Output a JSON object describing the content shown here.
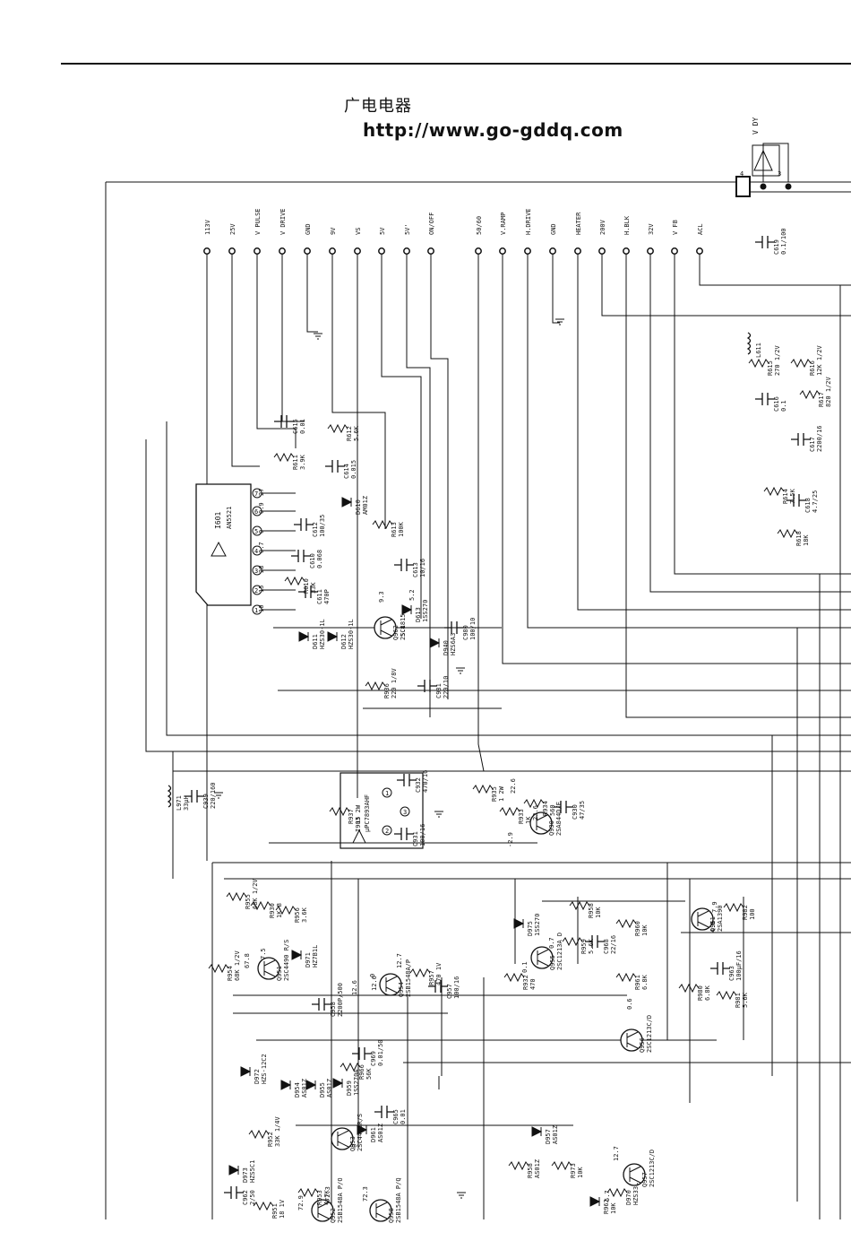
{
  "header": {
    "site_name": "广电电器",
    "url": "http://www.go-gddq.com"
  },
  "connector": {
    "name": "V DY",
    "pins": [
      "4",
      "3"
    ]
  },
  "terminals": [
    "113V",
    "25V",
    "V PULSE",
    "V DRIVE",
    "GND",
    "9V",
    "VS",
    "5V",
    "5V'",
    "ON/OFF",
    "50/60",
    "V.RAMP",
    "H.DRIVE",
    "GND",
    "HEATER",
    "200V",
    "H.BLK",
    "32V",
    "V FB",
    "ACL"
  ],
  "ic": {
    "ref": "I601",
    "part": "AN5521",
    "pins": [
      "1",
      "2",
      "3",
      "4",
      "5",
      "6",
      "7"
    ],
    "pin_voltages": [
      "10",
      "15",
      "28",
      "0.7",
      "0",
      "0.9",
      "27"
    ]
  },
  "ic2": {
    "ref": "I903",
    "part": "µPC7893AHF",
    "pins": [
      "1",
      "2",
      "3"
    ]
  },
  "components": [
    {
      "ref": "C615",
      "value": "0.01"
    },
    {
      "ref": "R611",
      "value": "3.9K"
    },
    {
      "ref": "R612",
      "value": "5.6K"
    },
    {
      "ref": "C614",
      "value": "0.015"
    },
    {
      "ref": "C612",
      "value": "100/35"
    },
    {
      "ref": "D610",
      "value": "AM01Z"
    },
    {
      "ref": "R613",
      "value": "100K"
    },
    {
      "ref": "C613",
      "value": "10/16"
    },
    {
      "ref": "C610",
      "value": "0.068"
    },
    {
      "ref": "R610",
      "value": "33K"
    },
    {
      "ref": "C611",
      "value": "470P"
    },
    {
      "ref": "D613",
      "value": "1SS270"
    },
    {
      "ref": "D611",
      "value": "HZS30-1L"
    },
    {
      "ref": "D612",
      "value": "HZS30-1L"
    },
    {
      "ref": "Q962",
      "value": "2SC1815"
    },
    {
      "ref": "D940",
      "value": "HZS6A3"
    },
    {
      "ref": "C980",
      "value": "100/10"
    },
    {
      "ref": "R936",
      "value": "220 1/8V"
    },
    {
      "ref": "C981",
      "value": "220/10"
    },
    {
      "ref": "C619",
      "value": "0.1/100"
    },
    {
      "ref": "L611",
      "value": ""
    },
    {
      "ref": "R615",
      "value": "270 1/2V"
    },
    {
      "ref": "R616",
      "value": "12K 1/2V"
    },
    {
      "ref": "R617",
      "value": "820 1/2V"
    },
    {
      "ref": "C616",
      "value": "0.1"
    },
    {
      "ref": "C617",
      "value": "2200/16"
    },
    {
      "ref": "R614",
      "value": "7.5K"
    },
    {
      "ref": "C618",
      "value": "4.7/25"
    },
    {
      "ref": "R618",
      "value": "18K"
    },
    {
      "ref": "C939",
      "value": "220/160"
    },
    {
      "ref": "L971",
      "value": "33µH"
    },
    {
      "ref": "R937",
      "value": "15 2W"
    },
    {
      "ref": "C932",
      "value": "470/16"
    },
    {
      "ref": "C931",
      "value": "100/16"
    },
    {
      "ref": "R935",
      "value": "1 2W"
    },
    {
      "ref": "R933",
      "value": "1K"
    },
    {
      "ref": "R934",
      "value": "560"
    },
    {
      "ref": "C930",
      "value": "47/35"
    },
    {
      "ref": "Q930",
      "value": "2SA844D/E"
    },
    {
      "ref": "R955",
      "value": "68K 1/2V"
    },
    {
      "ref": "R930",
      "value": "1K-B"
    },
    {
      "ref": "R956",
      "value": "3.6K"
    },
    {
      "ref": "Q951",
      "value": "2SC4490 R/S"
    },
    {
      "ref": "D971",
      "value": "HZ7B1L"
    },
    {
      "ref": "R954",
      "value": "68K 1/2V"
    },
    {
      "ref": "C958",
      "value": "2200P/500"
    },
    {
      "ref": "Q954",
      "value": "2SB1548A/P"
    },
    {
      "ref": "R957",
      "value": "470 1V"
    },
    {
      "ref": "C957",
      "value": "100/16"
    },
    {
      "ref": "D975",
      "value": "1SS270"
    },
    {
      "ref": "R958",
      "value": "10K"
    },
    {
      "ref": "R959",
      "value": "5.6K"
    },
    {
      "ref": "C968",
      "value": "22/16"
    },
    {
      "ref": "R960",
      "value": "10K"
    },
    {
      "ref": "Q955",
      "value": "2SC1213A D"
    },
    {
      "ref": "R932",
      "value": "470"
    },
    {
      "ref": "R961",
      "value": "6.8K"
    },
    {
      "ref": "Q961",
      "value": "2SA1390"
    },
    {
      "ref": "R982",
      "value": "100"
    },
    {
      "ref": "C963",
      "value": "100µF/16"
    },
    {
      "ref": "R980",
      "value": "6.8K"
    },
    {
      "ref": "R981",
      "value": "5.6K"
    },
    {
      "ref": "Q956",
      "value": "2SC1213C/D"
    },
    {
      "ref": "D972",
      "value": "HZS-12C2"
    },
    {
      "ref": "D954",
      "value": "AS01Z"
    },
    {
      "ref": "D955",
      "value": "AS01Z"
    },
    {
      "ref": "D959",
      "value": "1SS270A"
    },
    {
      "ref": "R966",
      "value": "56K"
    },
    {
      "ref": "C969",
      "value": "0.01/50"
    },
    {
      "ref": "C965",
      "value": "0.01"
    },
    {
      "ref": "R952",
      "value": "33K 1/4V"
    },
    {
      "ref": "D961",
      "value": "AS01Z"
    },
    {
      "ref": "Q953",
      "value": "2SC4490R/S"
    },
    {
      "ref": "D957",
      "value": "AS01Z"
    },
    {
      "ref": "R958",
      "value": "AS01Z"
    },
    {
      "ref": "R973",
      "value": "10K"
    },
    {
      "ref": "Q957",
      "value": "2SC1213C/D"
    },
    {
      "ref": "D970",
      "value": "HZS33L"
    },
    {
      "ref": "R962",
      "value": "10K"
    },
    {
      "ref": "D973",
      "value": "HZS5C1"
    },
    {
      "ref": "C962",
      "value": "2/50"
    },
    {
      "ref": "R951",
      "value": "18 1V"
    },
    {
      "ref": "R953",
      "value": "4.7K"
    },
    {
      "ref": "Q952",
      "value": "2SB1548A P/O"
    },
    {
      "ref": "Q958",
      "value": "2SB1548A P/Q"
    }
  ],
  "voltages": [
    "9.3",
    "5.2",
    "5.8",
    "12.6",
    "-2.9",
    "22.6",
    "22.6",
    "7.5",
    "67.8",
    "0",
    "12.7",
    "12.6",
    "0.7",
    "0.1",
    "7.9",
    "4.8",
    "0.6",
    "12.7",
    "5.7",
    "72.9",
    "72.3",
    "72.3",
    "0"
  ]
}
